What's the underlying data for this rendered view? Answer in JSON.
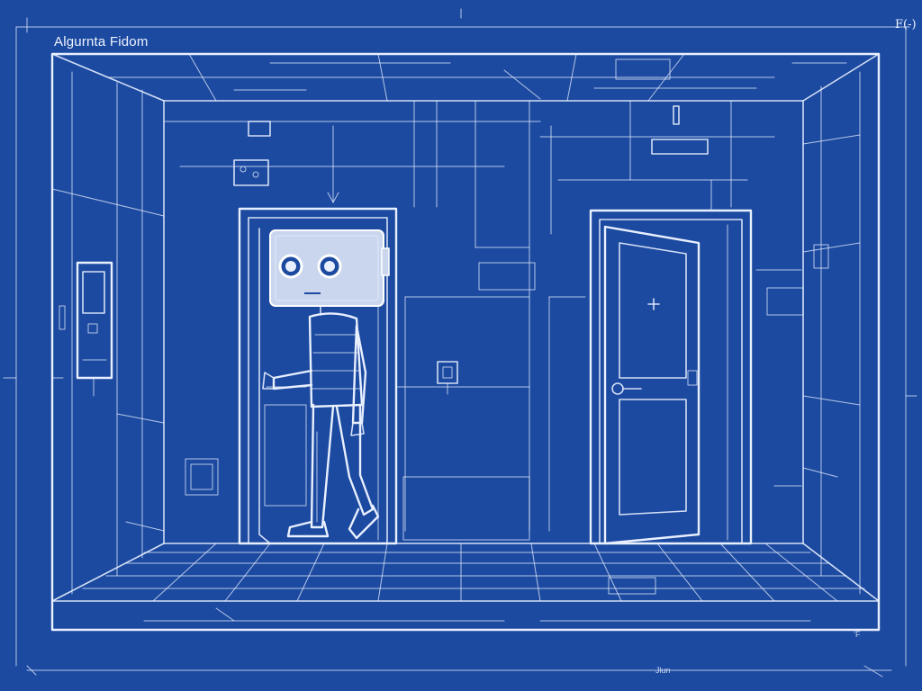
{
  "image": {
    "title_text": "Algurnta Fidom",
    "corner_mark": "F(-)",
    "bottom_mark": "Jlun",
    "corner_small": "’F"
  },
  "colors": {
    "background": "#1c4aa0",
    "lines": "#e8efff",
    "robot_head_fill": "#c9d6ee"
  },
  "scene": {
    "description_icons": [
      "robot-figure",
      "left-door",
      "right-door",
      "electrical-panel",
      "light-switch",
      "vent"
    ]
  }
}
